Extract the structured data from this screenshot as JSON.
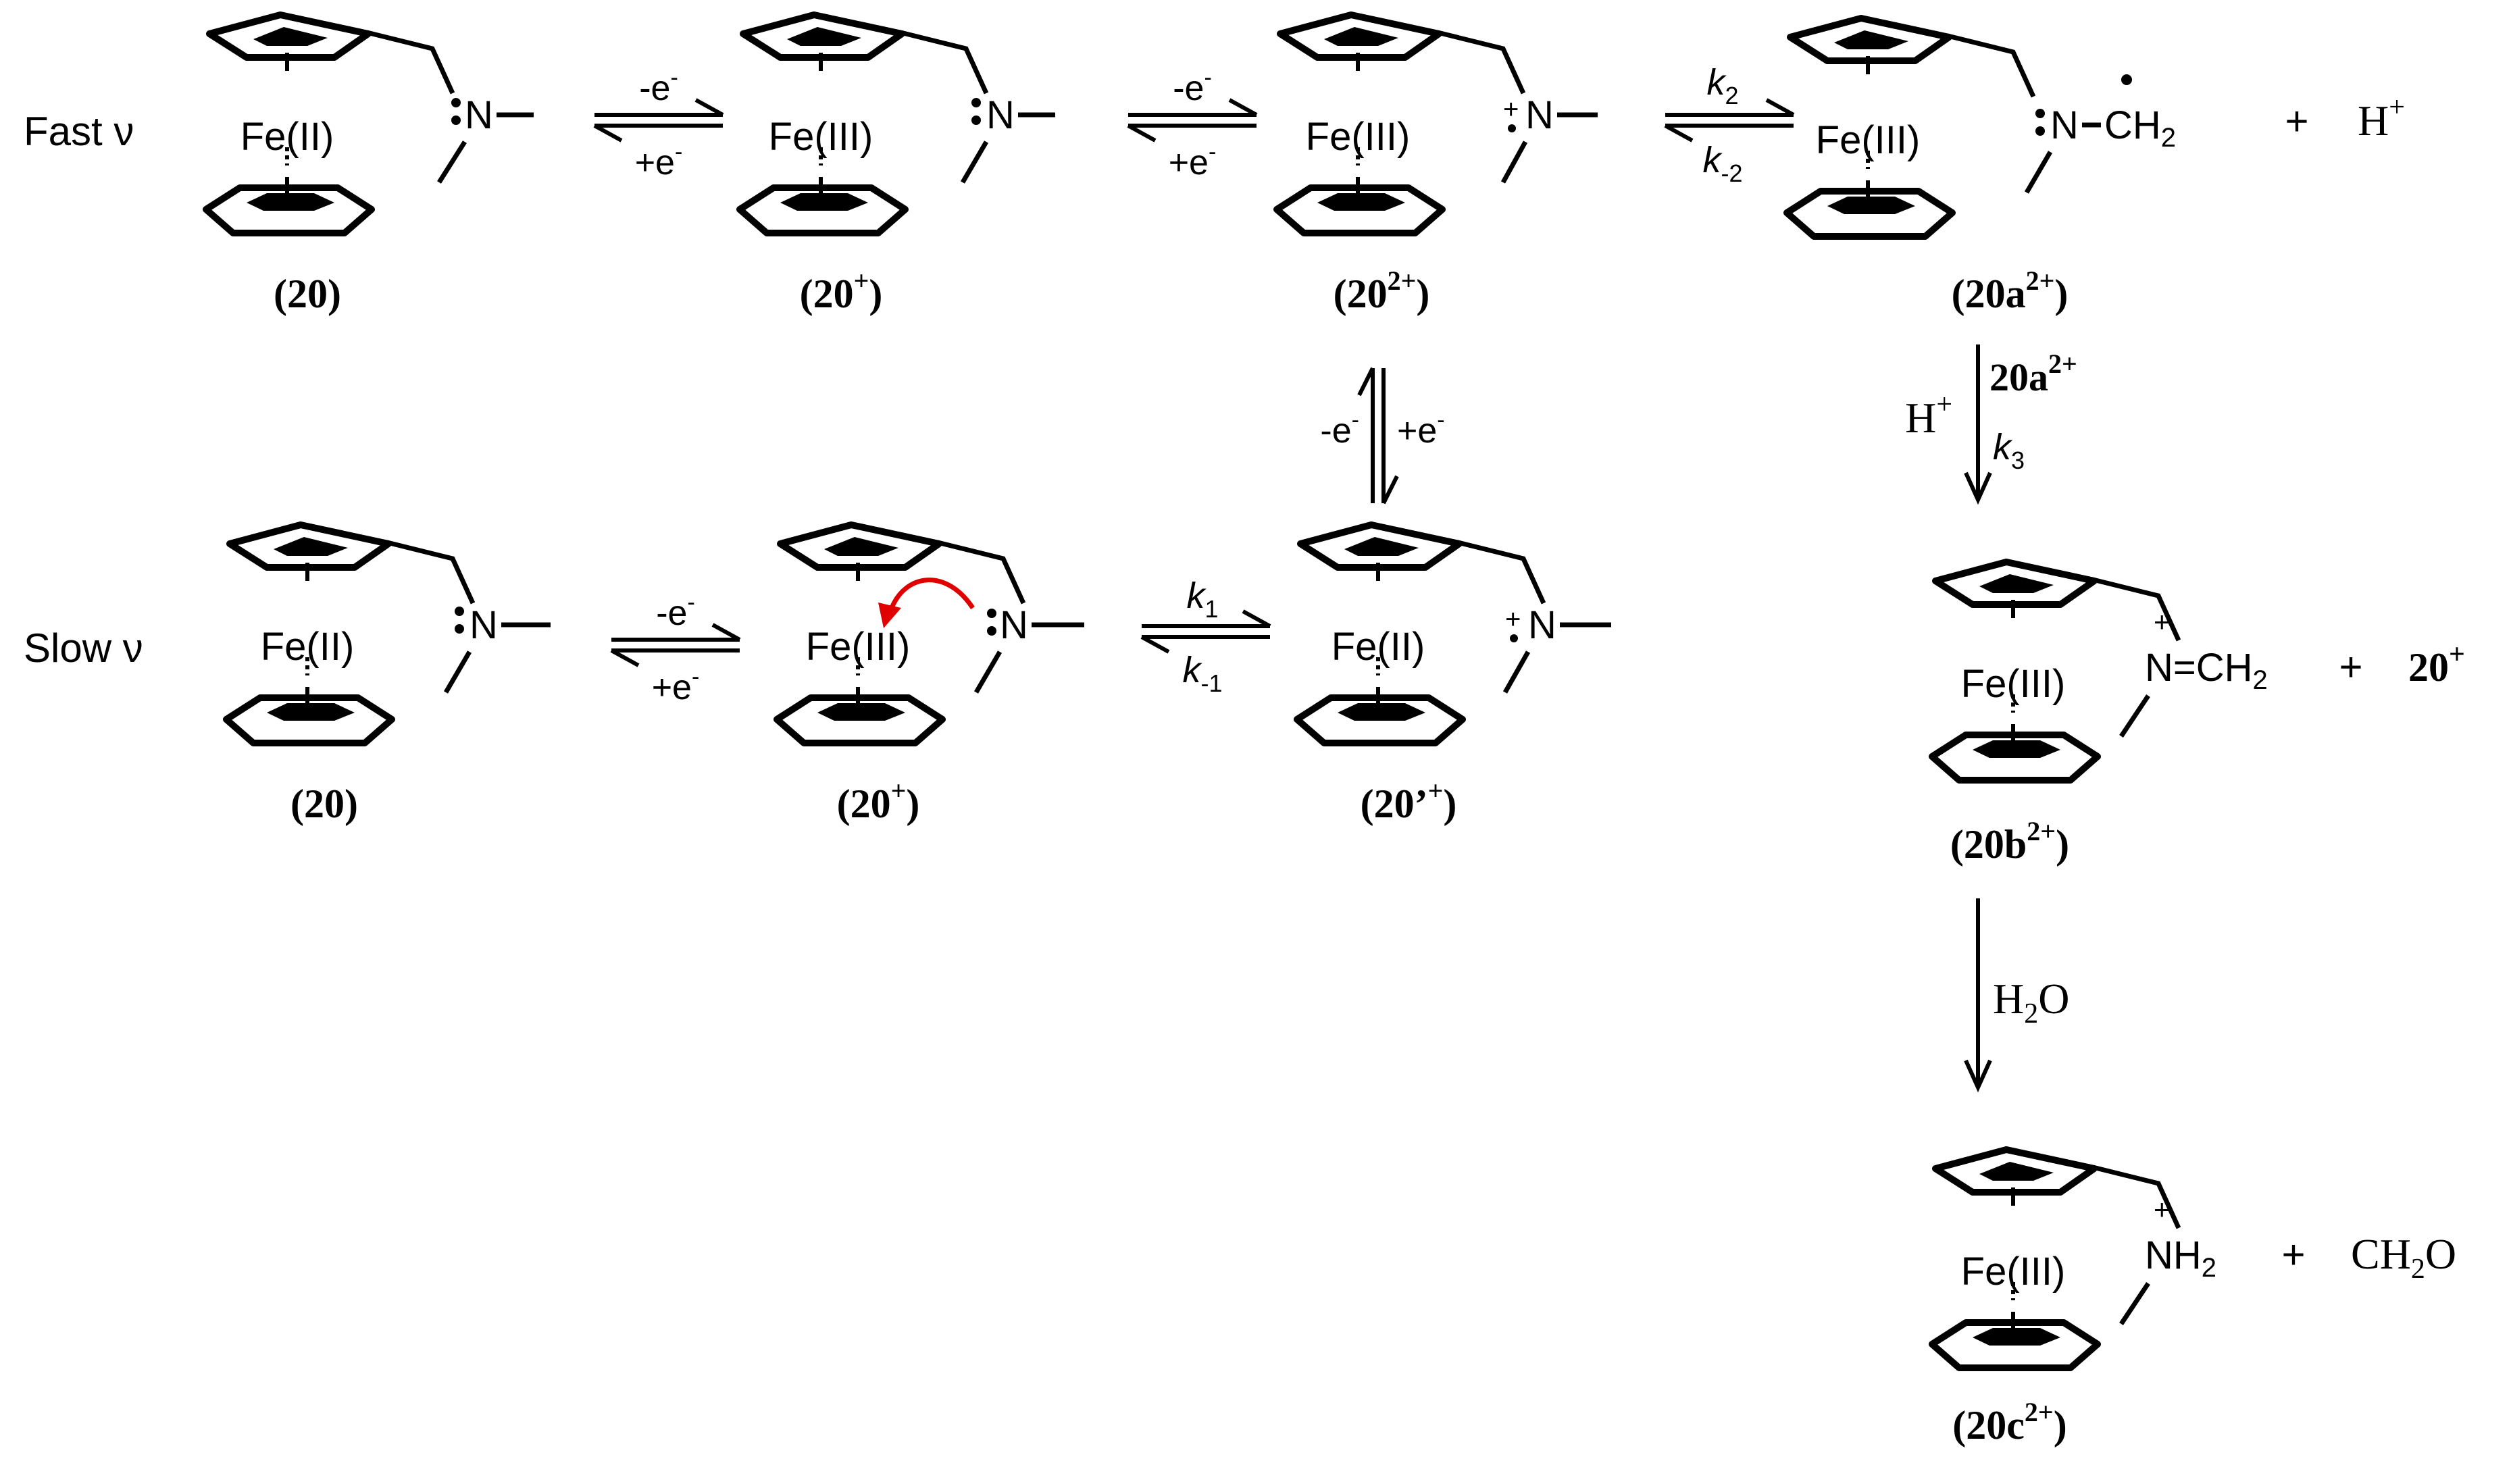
{
  "row_labels": {
    "fast": "Fast ν",
    "slow": "Slow ν"
  },
  "oxidation": {
    "fe2": "Fe(II)",
    "fe3": "Fe(III)"
  },
  "arrows": {
    "ox": "-e",
    "red": "+e",
    "minus": "-",
    "k2": "k",
    "k2_sub": "2",
    "km2": "k",
    "km2_sub": "-2",
    "k1": "k",
    "k1_sub": "1",
    "km1": "k",
    "km1_sub": "-1",
    "k3": "k",
    "k3_sub": "3",
    "h": "H",
    "plus": "+",
    "c20a": "20a",
    "c20a_sup": "2+",
    "h2o_h": "H",
    "h2o_sub": "2",
    "h2o_o": "O"
  },
  "groups": {
    "n": "N",
    "plus": "+",
    "ch2": "CH",
    "two": "2",
    "n_eq_ch2": "N=CH",
    "nh2": "NH",
    "h_plus_h": "H",
    "ch2o_c": "CH",
    "ch2o_o": "O",
    "c20plus": "20"
  },
  "compounds": {
    "c20": "(20)",
    "c20p": {
      "text": "(20",
      "sup": "+",
      "close": ")"
    },
    "c202p": {
      "text": "(20",
      "sup": "2+",
      "close": ")"
    },
    "c20a": {
      "text": "(20a",
      "sup": "2+",
      "close": ")"
    },
    "c20prime": {
      "text": "(20’",
      "sup": "+",
      "close": ")"
    },
    "c20b": {
      "text": "(20b",
      "sup": "2+",
      "close": ")"
    },
    "c20c": {
      "text": "(20c",
      "sup": "2+",
      "close": ")"
    }
  }
}
